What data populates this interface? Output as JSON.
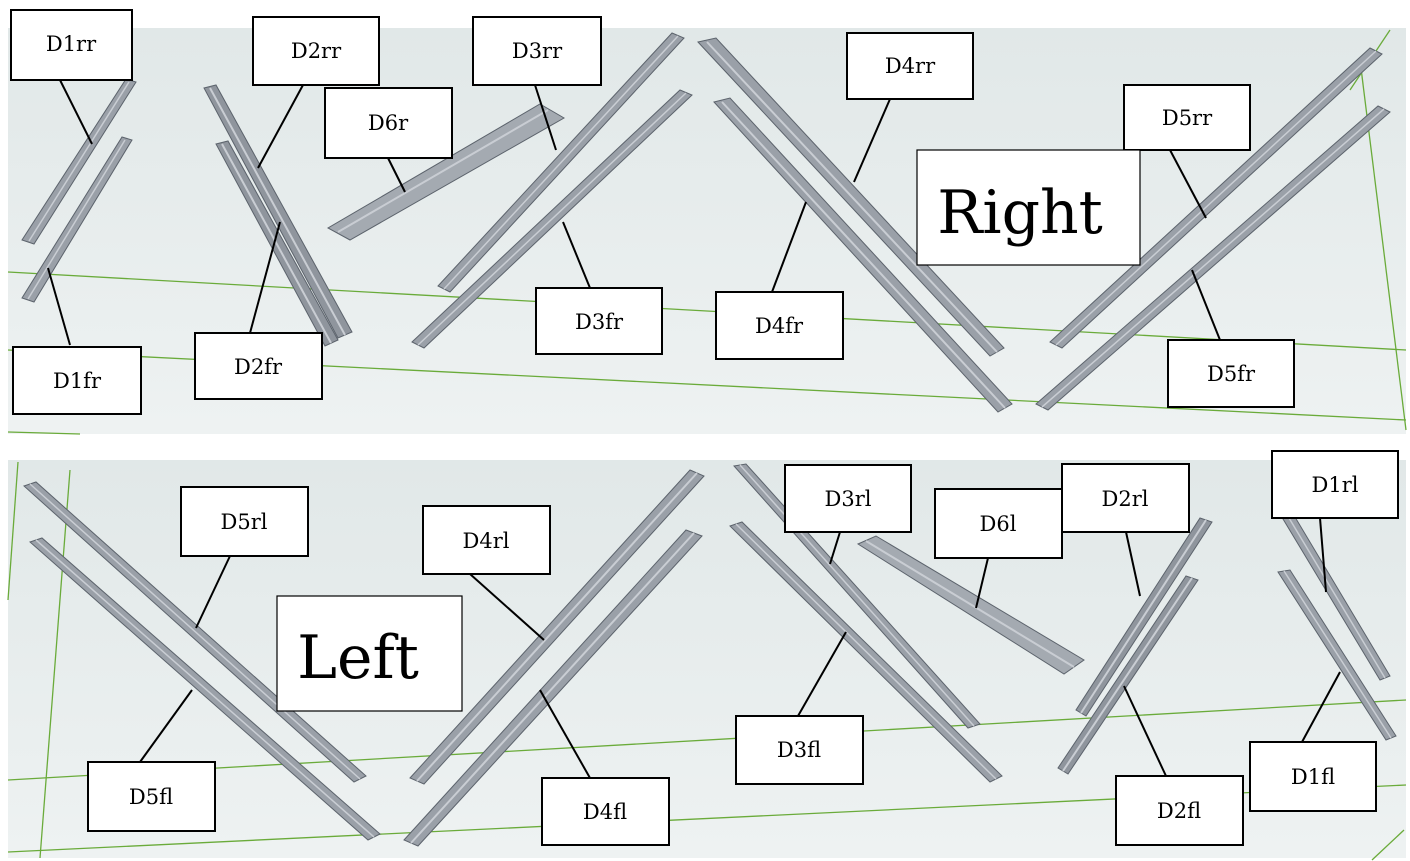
{
  "panels": [
    {
      "id": "right",
      "title": "Right"
    },
    {
      "id": "left",
      "title": "Left"
    }
  ],
  "labels": {
    "D1rr": "D1rr",
    "D2rr": "D2rr",
    "D6r": "D6r",
    "D3rr": "D3rr",
    "D4rr": "D4rr",
    "D5rr": "D5rr",
    "D1fr": "D1fr",
    "D2fr": "D2fr",
    "D3fr": "D3fr",
    "D4fr": "D4fr",
    "D5fr": "D5fr",
    "D5rl": "D5rl",
    "D4rl": "D4rl",
    "D3rl": "D3rl",
    "D6l": "D6l",
    "D2rl": "D2rl",
    "D1rl": "D1rl",
    "D5fl": "D5fl",
    "D4fl": "D4fl",
    "D3fl": "D3fl",
    "D2fl": "D2fl",
    "D1fl": "D1fl"
  },
  "colors": {
    "background": "#e7ecec",
    "ground_line": "#6aab3a",
    "beam_fill": "#9aa0a8",
    "beam_edge": "#5c636c",
    "beam_highlight": "#c9cdd3",
    "label_border": "#000000",
    "label_fill": "#ffffff"
  }
}
